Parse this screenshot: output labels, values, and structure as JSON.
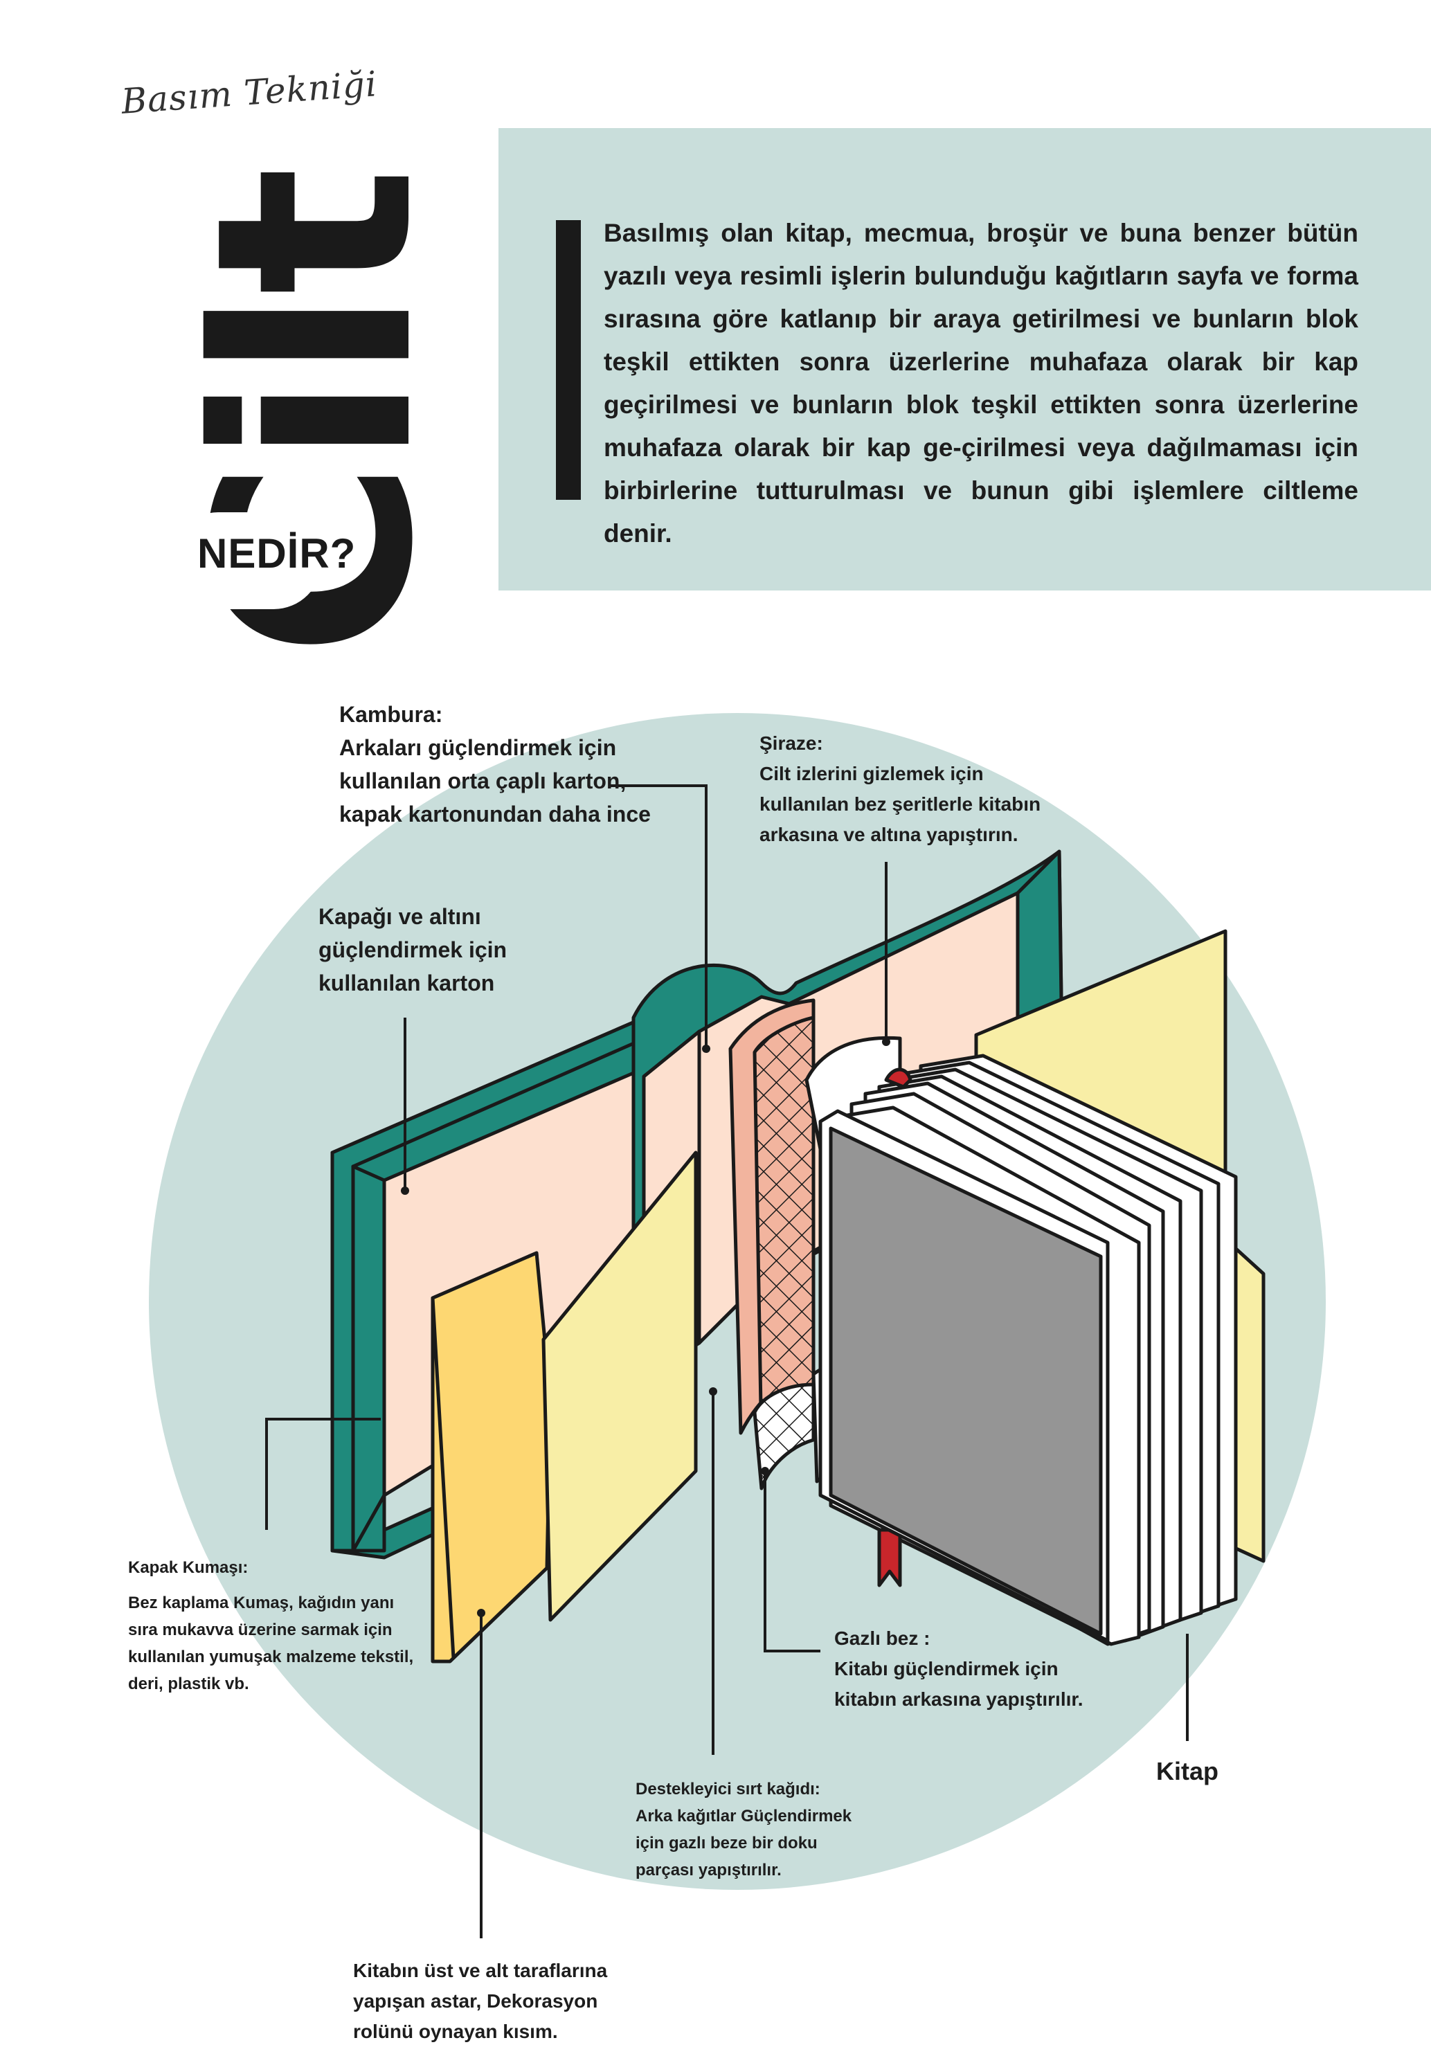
{
  "header": {
    "kicker": "Basım Tekniği",
    "big_word": "Cilt",
    "subtitle": "NEDİR?"
  },
  "intro": {
    "text": "Basılmış olan kitap, mecmua, broşür ve buna benzer bütün yazılı veya resimli işlerin bulunduğu kağıtların sayfa ve forma sırasına göre katlanıp bir araya getirilmesi ve bunların blok teşkil ettikten sonra üzerlerine muhafaza olarak bir kap geçirilmesi ve bunların blok teşkil ettikten sonra üzerlerine muhafaza olarak bir kap ge-çirilmesi veya dağılmaması için birbirlerine tutturulması ve bunun gibi işlemlere ciltleme denir."
  },
  "labels": {
    "kambura": {
      "title": "Kambura:",
      "lines": [
        "Arkaları güçlendirmek için",
        "kullanılan orta çaplı karton,",
        "kapak kartonundan daha ince"
      ]
    },
    "karton": {
      "lines": [
        "Kapağı ve altını",
        "güçlendirmek için",
        "kullanılan karton"
      ]
    },
    "siraze": {
      "title": "Şiraze:",
      "lines": [
        "Cilt izlerini gizlemek için",
        "kullanılan bez şeritlerle kitabın",
        "arkasına ve altına yapıştırın."
      ]
    },
    "kapak_kumasi": {
      "title": "Kapak Kumaşı:",
      "lines": [
        "Bez kaplama Kumaş, kağıdın yanı",
        "sıra mukavva üzerine sarmak için",
        "kullanılan yumuşak malzeme tekstil,",
        "deri, plastik vb."
      ]
    },
    "astar": {
      "lines": [
        "Kitabın üst ve alt taraflarına",
        "yapışan astar, Dekorasyon",
        "rolünü oynayan kısım."
      ]
    },
    "destekleyici": {
      "title": "Destekleyici sırt kağıdı:",
      "lines": [
        "Arka kağıtlar Güçlendirmek",
        "için gazlı beze bir doku",
        "parçası yapıştırılır."
      ]
    },
    "gazli_bez": {
      "title": "Gazlı bez :",
      "lines": [
        "Kitabı güçlendirmek için",
        "kitabın arkasına yapıştırılır."
      ]
    },
    "kitap": {
      "title": "Kitap"
    }
  },
  "colors": {
    "circle_bg": "#c9dedb",
    "cover_teal": "#1f8a7c",
    "board_peach": "#fde0cf",
    "endpaper_yellow": "#fdd772",
    "endpaper_light": "#f8eea6",
    "mesh_salmon": "#f2b49e",
    "book_gray": "#959595",
    "ribbon_red": "#c8262b",
    "ink": "#1a1a1a"
  }
}
